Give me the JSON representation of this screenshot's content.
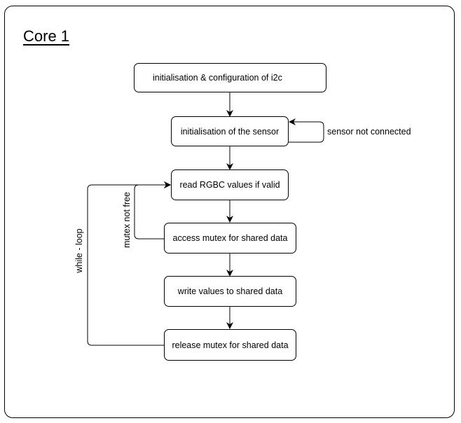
{
  "title": "Core 1",
  "nodes": {
    "init_i2c": "initialisation & configuration of i2c",
    "init_sensor": "initialisation of the sensor",
    "read_rgbc": "read RGBC values if valid",
    "access_mutex": "access mutex for shared data",
    "write_values": "write values to shared data",
    "release_mutex": "release mutex for shared data"
  },
  "edge_labels": {
    "sensor_not_connected": "sensor not connected",
    "mutex_not_free": "mutex not free",
    "while_loop": "while - loop"
  }
}
